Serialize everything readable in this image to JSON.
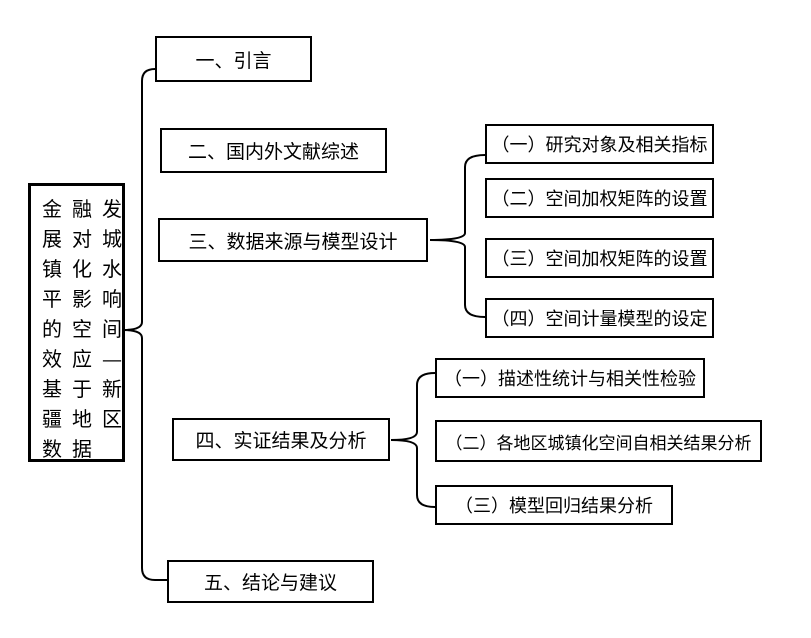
{
  "colors": {
    "background": "#ffffff",
    "line": "#000000",
    "text": "#000000",
    "box_background": "#ffffff"
  },
  "diagram": {
    "root": {
      "title": "金融发展对城镇化水平影响的空间效应—基于新疆地区数据",
      "rows": [
        "金融发",
        "展对城",
        "镇化水",
        "平影响",
        "的空间",
        "效应—",
        "基于新",
        "疆地区",
        "数据"
      ]
    },
    "sections": [
      {
        "label": "一、引言"
      },
      {
        "label": "二、国内外文献综述"
      },
      {
        "label": "三、数据来源与模型设计",
        "children": [
          {
            "label": "（一）研究对象及相关指标"
          },
          {
            "label": "（二）空间加权矩阵的设置"
          },
          {
            "label": "（三）空间加权矩阵的设置"
          },
          {
            "label": "（四）空间计量模型的设定"
          }
        ]
      },
      {
        "label": "四、实证结果及分析",
        "children": [
          {
            "label": "（一）描述性统计与相关性检验"
          },
          {
            "label": "（二）各地区城镇化空间自相关结果分析"
          },
          {
            "label": "（三）模型回归结果分析"
          }
        ]
      },
      {
        "label": "五、结论与建议"
      }
    ]
  }
}
